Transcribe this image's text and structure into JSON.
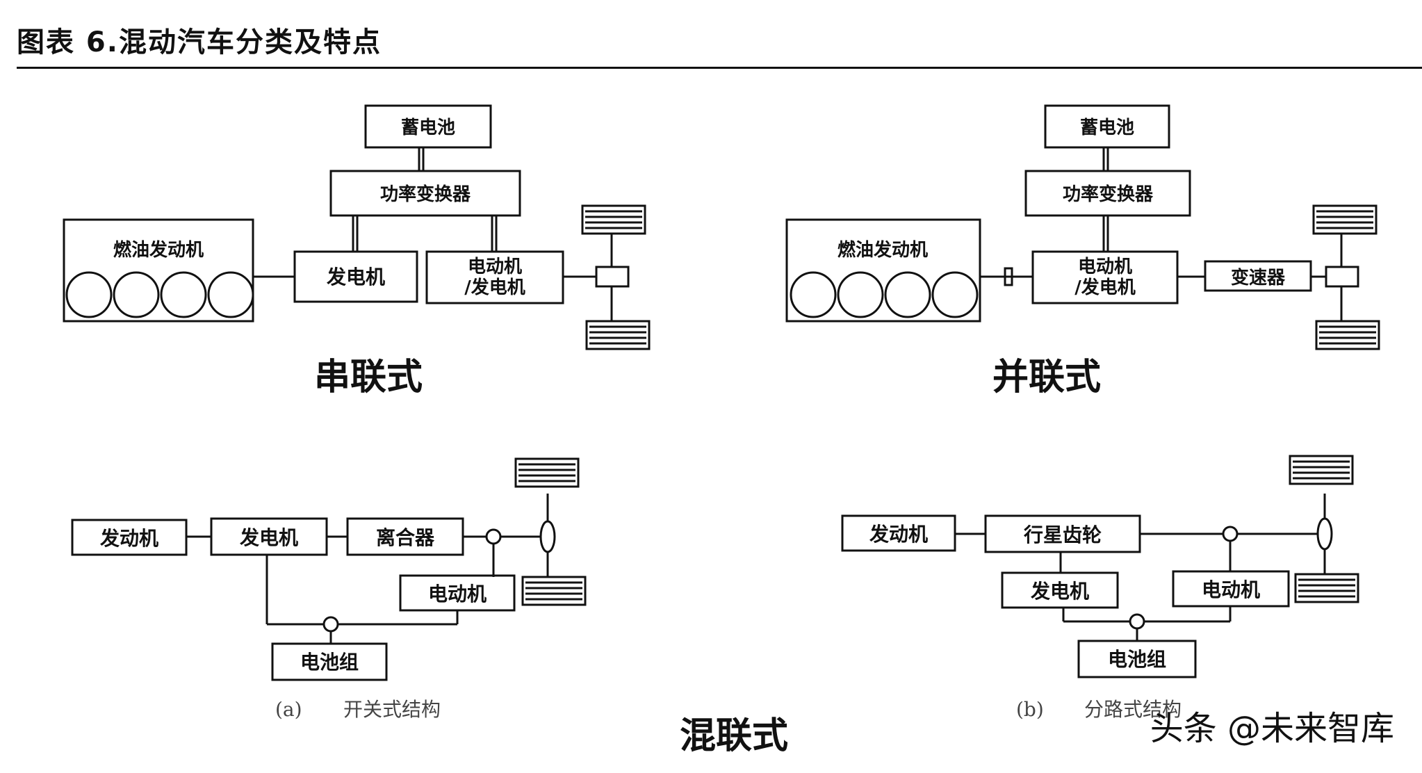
{
  "page_title": "图表 6.混动汽车分类及特点",
  "watermark": "头条 @未来智库",
  "series": {
    "title": "串联式",
    "engine": "燃油发动机",
    "battery": "蓄电池",
    "converter": "功率变换器",
    "generator": "发电机",
    "motor_line1": "电动机",
    "motor_line2": "/发电机"
  },
  "parallel": {
    "title": "并联式",
    "engine": "燃油发动机",
    "battery": "蓄电池",
    "converter": "功率变换器",
    "motor_line1": "电动机",
    "motor_line2": "/发电机",
    "gearbox": "变速器"
  },
  "hybrid": {
    "title": "混联式",
    "switch": {
      "engine": "发动机",
      "generator": "发电机",
      "clutch": "离合器",
      "motor": "电动机",
      "battery_pack": "电池组",
      "caption_letter": "(a)",
      "caption_text": "开关式结构"
    },
    "split": {
      "engine": "发动机",
      "planetary": "行星齿轮",
      "generator": "发电机",
      "motor": "电动机",
      "battery_pack": "电池组",
      "caption_letter": "(b)",
      "caption_text": "分路式结构"
    }
  }
}
